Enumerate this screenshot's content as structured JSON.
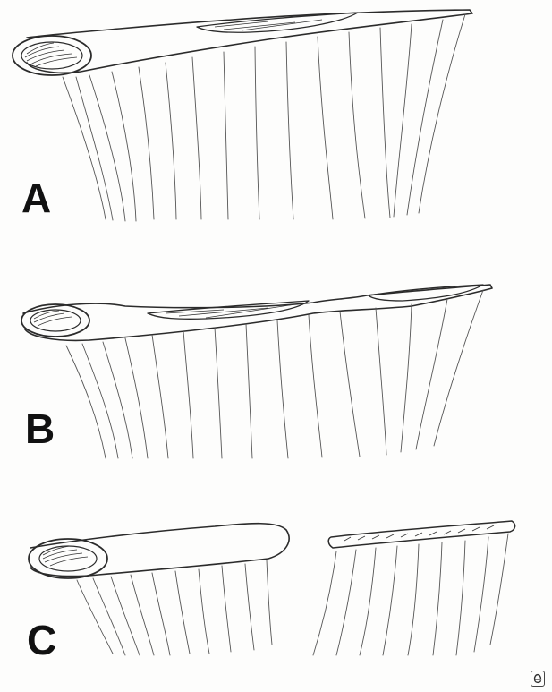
{
  "panels": [
    {
      "label": "A"
    },
    {
      "label": "B"
    },
    {
      "label": "C"
    }
  ],
  "logo": {
    "icon": "publisher-e-logo",
    "text": "e"
  }
}
